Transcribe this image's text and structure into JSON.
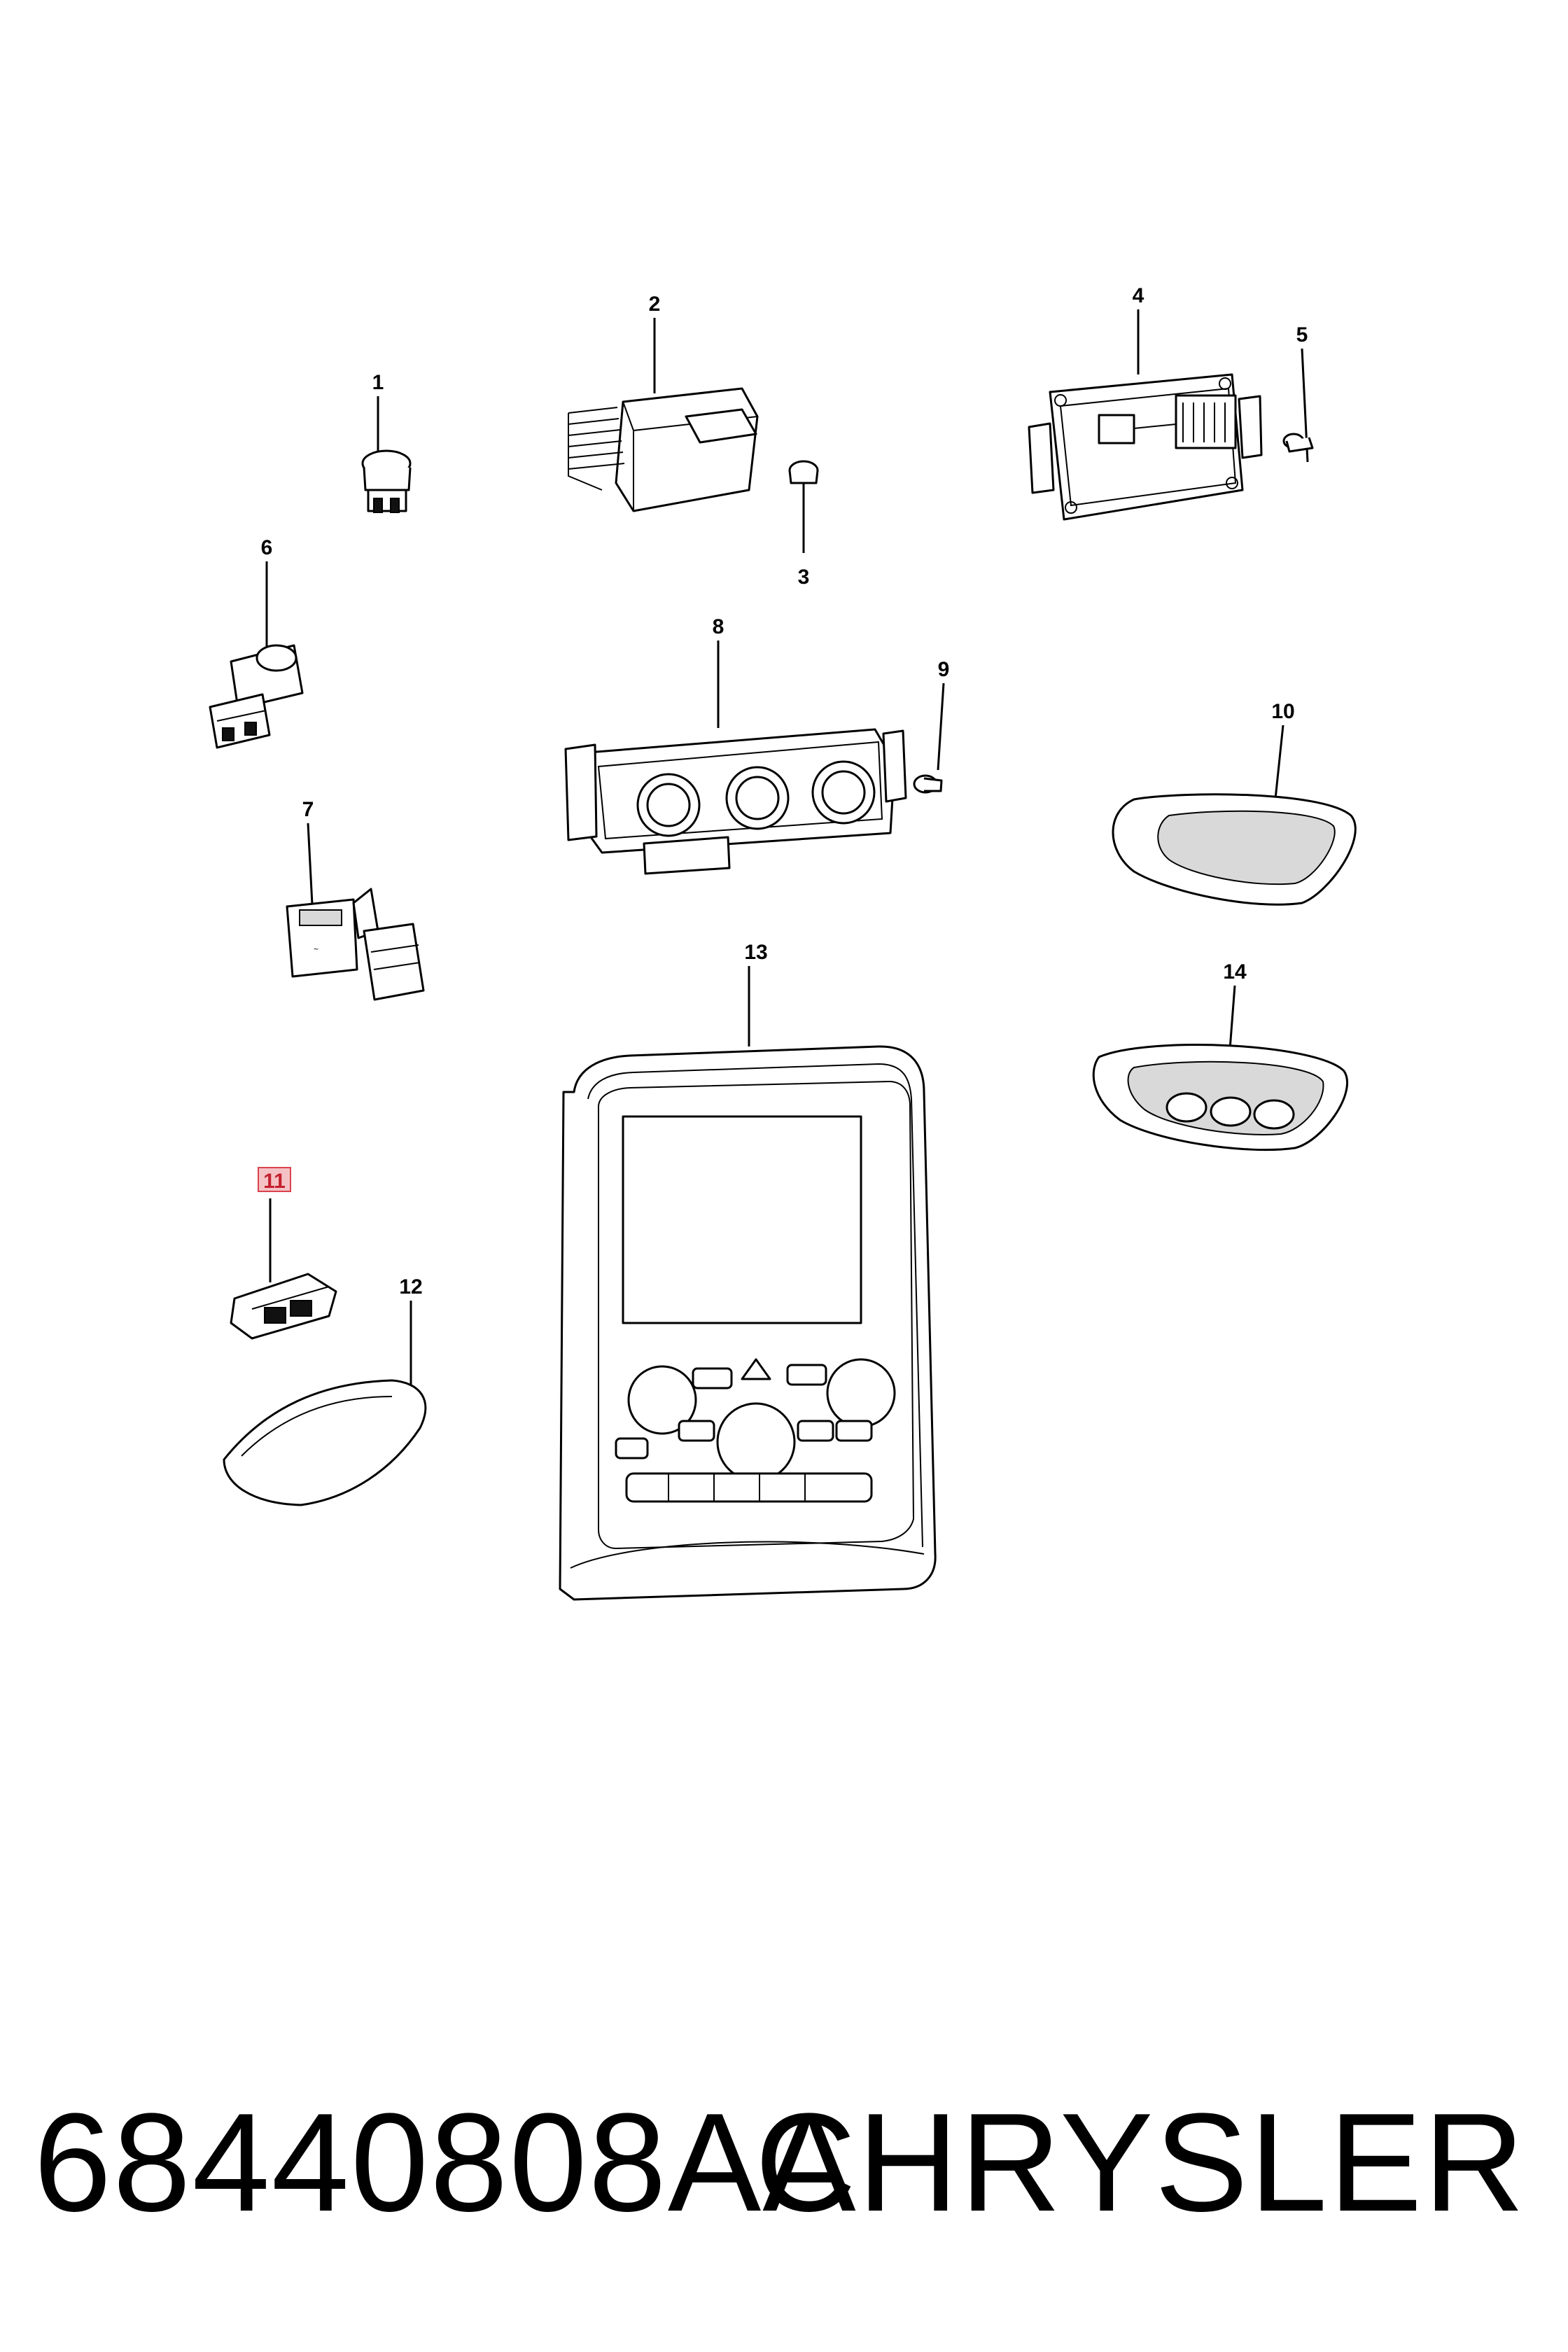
{
  "callouts": [
    "1",
    "2",
    "3",
    "4",
    "5",
    "6",
    "7",
    "8",
    "9",
    "10",
    "11",
    "12",
    "13",
    "14"
  ],
  "highlighted_callout": "11",
  "footer": {
    "part_number": "68440808AA",
    "brand": "CHRYSLER"
  },
  "colors": {
    "line": "#000000",
    "background": "#ffffff",
    "highlight_fill": "#f4c2c4",
    "highlight_stroke": "#d9434e"
  }
}
